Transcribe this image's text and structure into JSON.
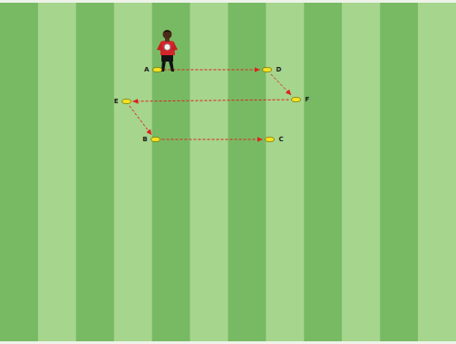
{
  "diagram": {
    "nodes": [
      {
        "text": [
          "A"
        ]
      },
      {
        "text": [
          "D"
        ]
      },
      {
        "text": [
          "E"
        ]
      },
      {
        "text": [
          "F"
        ]
      },
      {
        "text": [
          "B"
        ]
      },
      {
        "text": [
          "C"
        ]
      }
    ],
    "edges": [
      {
        "from": 0,
        "to": 1,
        "arrow": "to"
      },
      {
        "from": 1,
        "to": 3,
        "arrow": "to"
      },
      {
        "from": 3,
        "to": 2,
        "arrow": "to"
      },
      {
        "from": 2,
        "to": 4,
        "arrow": "to"
      },
      {
        "from": 4,
        "to": 5,
        "arrow": "to"
      }
    ]
  }
}
